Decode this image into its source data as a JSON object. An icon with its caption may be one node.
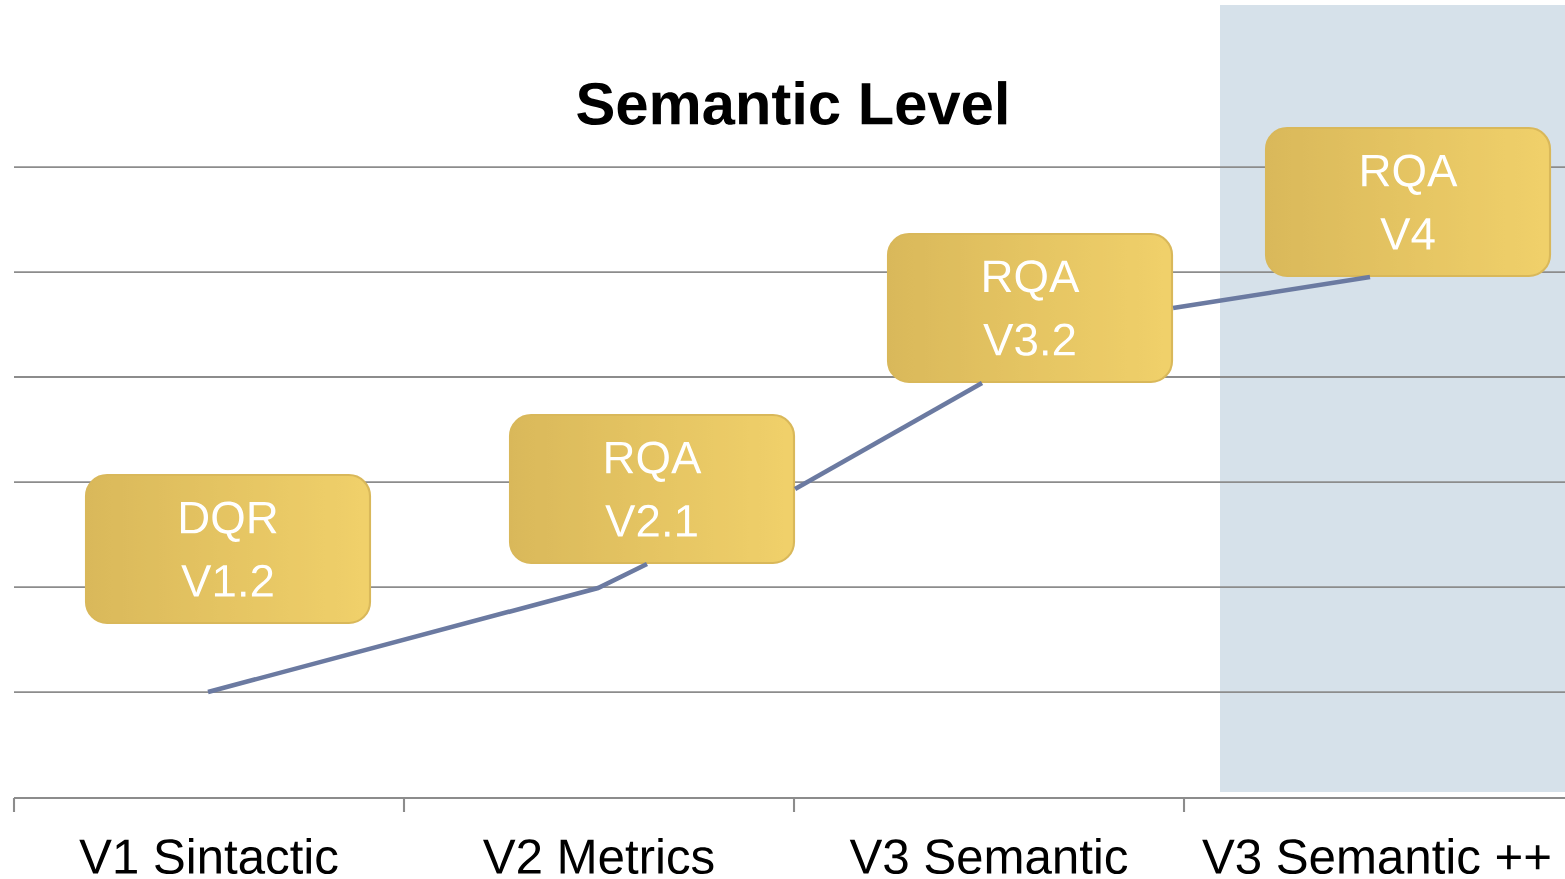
{
  "diagram": {
    "title": "Semantic Level",
    "nodes": [
      {
        "text": [
          "DQR V1.2"
        ]
      },
      {
        "text": [
          "RQA V2.1"
        ]
      },
      {
        "text": [
          "RQA V3.2"
        ]
      },
      {
        "text": [
          "RQA V4"
        ]
      }
    ],
    "edges": [
      {
        "from": null,
        "to": 1,
        "arrow": "none"
      },
      {
        "from": 1,
        "to": 2,
        "arrow": "none"
      },
      {
        "from": 2,
        "to": 3,
        "arrow": "none"
      }
    ],
    "labels": [
      "V1 Sintactic",
      "V2 Metrics",
      "V3 Semantic",
      "V3 Semantic ++"
    ]
  }
}
